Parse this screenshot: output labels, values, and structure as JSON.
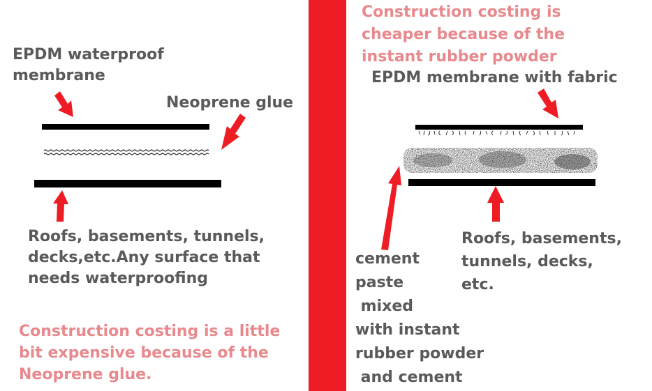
{
  "left": {
    "membrane_label": "EPDM waterproof\nmembrane",
    "glue_label": "Neoprene glue",
    "surface_label": "Roofs, basements, tunnels,\ndecks,etc.Any surface that\nneeds waterproofing",
    "cost_note": "Construction costing is a little\nbit expensive because of the\nNeoprene glue."
  },
  "right": {
    "cost_note": "Construction costing is\ncheaper because of the\ninstant rubber powder",
    "membrane_label": "EPDM membrane with fabric",
    "paste_label": "cement\npaste\n mixed\nwith instant\nrubber powder\n and cement",
    "surface_label": "Roofs, basements,\ntunnels, decks,\netc."
  },
  "colors": {
    "text_gray": "#5a5a5a",
    "note_pink": "#e8898d",
    "divider_red": "#ee1c24",
    "arrow_red": "#ee1c24",
    "layer_black": "#000000"
  }
}
